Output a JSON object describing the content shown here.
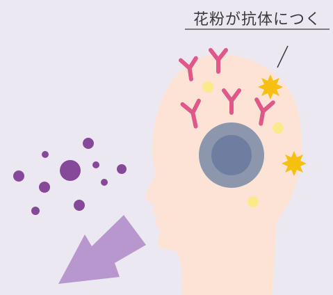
{
  "callout": {
    "text": "花粉が抗体につく"
  },
  "colors": {
    "background": "#ece8f1",
    "head": "#fde3d6",
    "cell_outer": "#8c97ad",
    "cell_inner": "#6f7ea0",
    "antibody": "#e0578a",
    "pollen_attached": "#f5c010",
    "pollen_small": "#fbe98a",
    "pollen_airborne": "#86499a",
    "arrow": "#b897cf",
    "line": "#3a3a3a"
  },
  "icons": [
    "head-silhouette",
    "immune-cell",
    "antibody-y-shape",
    "pollen-spiky",
    "pollen-dot",
    "inhale-arrow"
  ]
}
